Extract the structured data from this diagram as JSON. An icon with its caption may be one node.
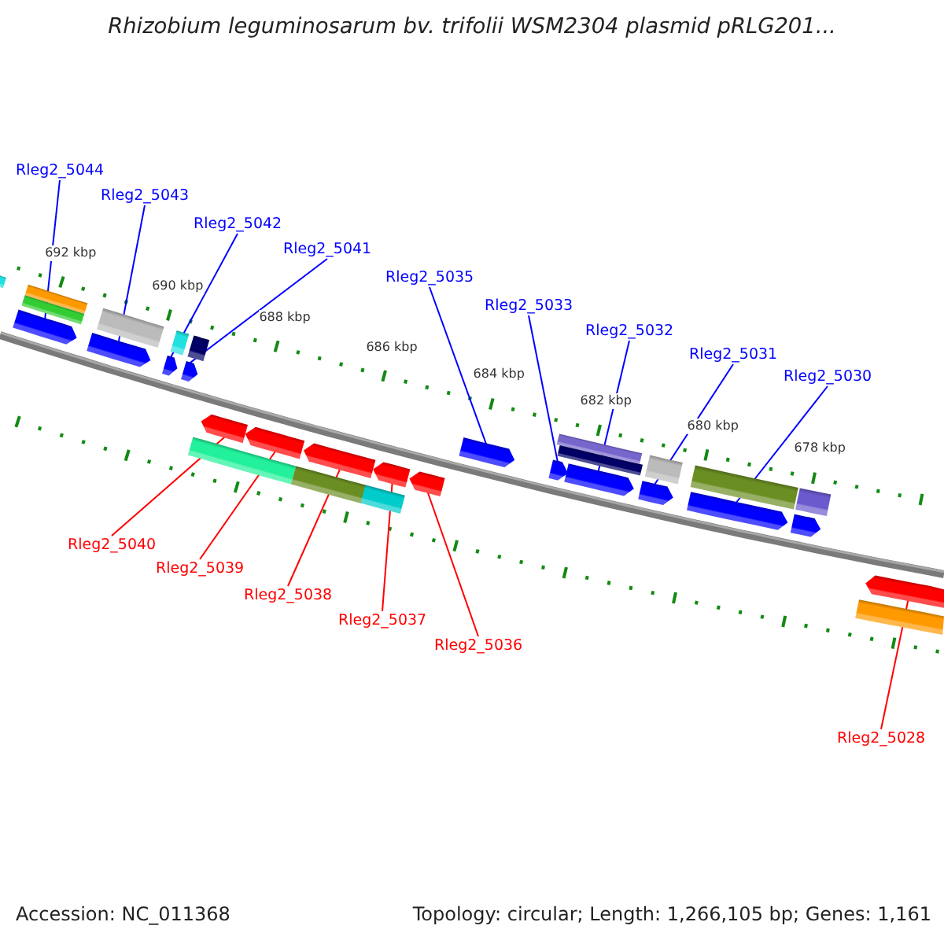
{
  "diagram": {
    "title": "Rhizobium leguminosarum bv. trifolii WSM2304 plasmid pRLG201...",
    "nodes": [
      {
        "text": [
          "Rleg2_5044"
        ]
      },
      {
        "text": [
          "Rleg2_5043"
        ]
      },
      {
        "text": [
          "Rleg2_5042"
        ]
      },
      {
        "text": [
          "Rleg2_5041"
        ]
      },
      {
        "text": [
          "Rleg2_5035"
        ]
      },
      {
        "text": [
          "Rleg2_5033"
        ]
      },
      {
        "text": [
          "Rleg2_5032"
        ]
      },
      {
        "text": [
          "Rleg2_5031"
        ]
      },
      {
        "text": [
          "Rleg2_5030"
        ]
      },
      {
        "text": [
          "Rleg2_5040"
        ]
      },
      {
        "text": [
          "Rleg2_5039"
        ]
      },
      {
        "text": [
          "Rleg2_5038"
        ]
      },
      {
        "text": [
          "Rleg2_5037"
        ]
      },
      {
        "text": [
          "Rleg2_5036"
        ]
      },
      {
        "text": [
          "Rleg2_5028"
        ]
      },
      {
        "text": [],
        "shape": "bar"
      },
      {
        "text": [],
        "shape": "bar"
      },
      {
        "text": [],
        "shape": "bar"
      },
      {
        "text": [],
        "shape": "arrow"
      },
      {
        "text": [],
        "shape": "bar"
      },
      {
        "text": [],
        "shape": "arrow"
      },
      {
        "text": [],
        "shape": "arrow"
      },
      {
        "text": [],
        "shape": "bar"
      },
      {
        "text": [],
        "shape": "arrow"
      },
      {
        "text": [],
        "shape": "bar"
      },
      {
        "text": [],
        "shape": "arrow"
      },
      {
        "text": [],
        "shape": "bar"
      },
      {
        "text": [],
        "shape": "bar"
      },
      {
        "text": [],
        "shape": "arrow"
      },
      {
        "text": [],
        "shape": "arrow"
      },
      {
        "text": [],
        "shape": "bar"
      },
      {
        "text": [],
        "shape": "arrow"
      },
      {
        "text": [],
        "shape": "bar"
      },
      {
        "text": [],
        "shape": "arrow"
      },
      {
        "text": [],
        "shape": "bar"
      },
      {
        "text": [],
        "shape": "arrow"
      },
      {
        "text": [],
        "shape": "bar"
      },
      {
        "text": [],
        "shape": "arrow"
      },
      {
        "text": [],
        "shape": "arrow"
      },
      {
        "text": [],
        "shape": "bar"
      },
      {
        "text": [],
        "shape": "arrow"
      },
      {
        "text": [],
        "shape": "bar"
      },
      {
        "text": [],
        "shape": "arrow"
      },
      {
        "text": [],
        "shape": "arrow"
      },
      {
        "text": [],
        "shape": "bar"
      },
      {
        "text": [],
        "shape": "arrow"
      }
    ],
    "edges": [
      {
        "from": 0,
        "to": 18,
        "arrow": "none"
      },
      {
        "from": 1,
        "to": 20,
        "arrow": "none"
      },
      {
        "from": 2,
        "to": 21,
        "arrow": "none"
      },
      {
        "from": 3,
        "to": 23,
        "arrow": "none"
      },
      {
        "from": 4,
        "to": 25,
        "arrow": "none"
      },
      {
        "from": 5,
        "to": 28,
        "arrow": "none"
      },
      {
        "from": 6,
        "to": 29,
        "arrow": "none"
      },
      {
        "from": 7,
        "to": 31,
        "arrow": "none"
      },
      {
        "from": 8,
        "to": 33,
        "arrow": "none"
      },
      {
        "from": 9,
        "to": 37,
        "arrow": "none",
        "color": "#ff0000"
      },
      {
        "from": 10,
        "to": 38,
        "arrow": "none",
        "color": "#ff0000"
      },
      {
        "from": 11,
        "to": 40,
        "arrow": "none",
        "color": "#ff0000"
      },
      {
        "from": 12,
        "to": 42,
        "arrow": "none",
        "color": "#ff0000"
      },
      {
        "from": 13,
        "to": 43,
        "arrow": "none",
        "color": "#ff0000"
      },
      {
        "from": 14,
        "to": 45,
        "arrow": "none",
        "color": "#ff0000"
      }
    ],
    "labels": [
      "692 kbp",
      "690 kbp",
      "688 kbp",
      "686 kbp",
      "684 kbp",
      "682 kbp",
      "680 kbp",
      "678 kbp",
      "Accession: NC_011368",
      "Topology: circular; Length: 1,266,105 bp; Genes: 1,161"
    ]
  }
}
